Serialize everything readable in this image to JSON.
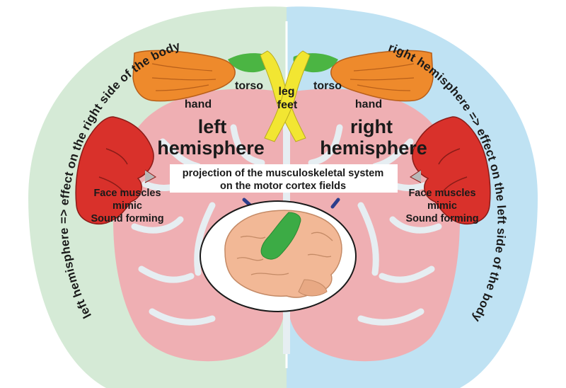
{
  "labels": {
    "left_hemisphere": [
      "left",
      "hemisphere"
    ],
    "right_hemisphere": [
      "right",
      "hemisphere"
    ],
    "torso_left": "torso",
    "torso_right": "torso",
    "hand_left": "hand",
    "hand_right": "hand",
    "leg": "leg",
    "feet": "feet",
    "projection": [
      "projection of the musculoskeletal system",
      "on the motor cortex fields"
    ],
    "face_left": [
      "Face muscles",
      "mimic",
      "Sound forming"
    ],
    "face_right": [
      "Face muscles",
      "mimic",
      "Sound forming"
    ],
    "left_arc": "left hemisphere => effect on the right side of the body",
    "right_arc": "right hemisphere => effect on the left side of the body"
  },
  "colors": {
    "left_bg": "#d5ead6",
    "right_bg": "#bfe2f3",
    "cortex": "#efafb3",
    "sulci": "#e6eef2",
    "hand": "#ee8a2c",
    "face": "#d9312b",
    "torso": "#4bb543",
    "leg": "#f2e632",
    "brain": "#f2b896",
    "motor_strip": "#3cab45"
  }
}
